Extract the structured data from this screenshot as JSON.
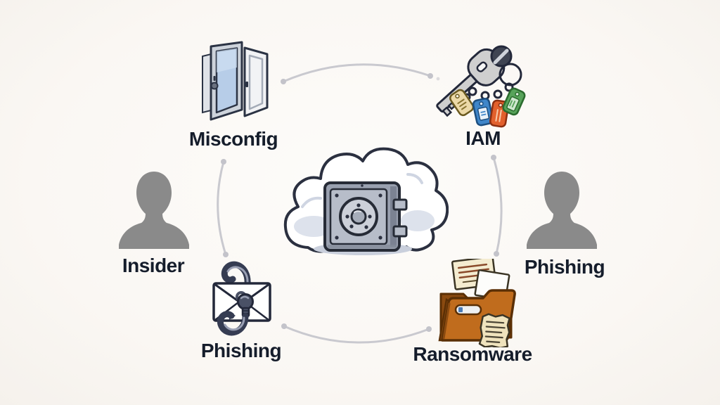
{
  "diagram": {
    "type": "cloud-security-threat-diagram",
    "center": {
      "icon": "cloud-safe-icon"
    },
    "nodes": [
      {
        "id": "misconfig",
        "label": "Misconfig",
        "icon": "open-door-icon",
        "position": "top-left"
      },
      {
        "id": "iam",
        "label": "IAM",
        "icon": "keys-with-tags-icon",
        "position": "top-right"
      },
      {
        "id": "insider",
        "label": "Insider",
        "icon": "person-silhouette-icon",
        "position": "left"
      },
      {
        "id": "phishing-attacker",
        "label": "Phishing",
        "icon": "person-silhouette-icon",
        "position": "right"
      },
      {
        "id": "phishing-email",
        "label": "Phishing",
        "icon": "hooked-envelope-icon",
        "position": "bottom-left"
      },
      {
        "id": "ransomware",
        "label": "Ransomware",
        "icon": "ransom-folder-icon",
        "position": "bottom-right"
      }
    ],
    "connectors": [
      {
        "from": "misconfig",
        "to": "iam",
        "shape": "arc-top"
      },
      {
        "from": "misconfig",
        "to": "phishing-email",
        "shape": "arc-left"
      },
      {
        "from": "iam",
        "to": "ransomware",
        "shape": "arc-right"
      },
      {
        "from": "phishing-email",
        "to": "ransomware",
        "shape": "arc-bottom"
      }
    ],
    "colors": {
      "background": "#faf7f3",
      "label_text": "#151d2b",
      "arc": "#c9c9cf",
      "outline": "#262c3a",
      "silhouette": "#8a8a8a",
      "cloud_shade": "#dde2ec",
      "safe_body": "#99a0af",
      "safe_panel": "#b7bdc9",
      "door_glass": "#b7cde8",
      "folder": "#c06c1d",
      "note_paper": "#efe3bd",
      "tag_tan": "#ecd9a8",
      "tag_blue": "#3f86c9",
      "tag_orange": "#e2602c",
      "tag_green": "#57a35a"
    }
  }
}
